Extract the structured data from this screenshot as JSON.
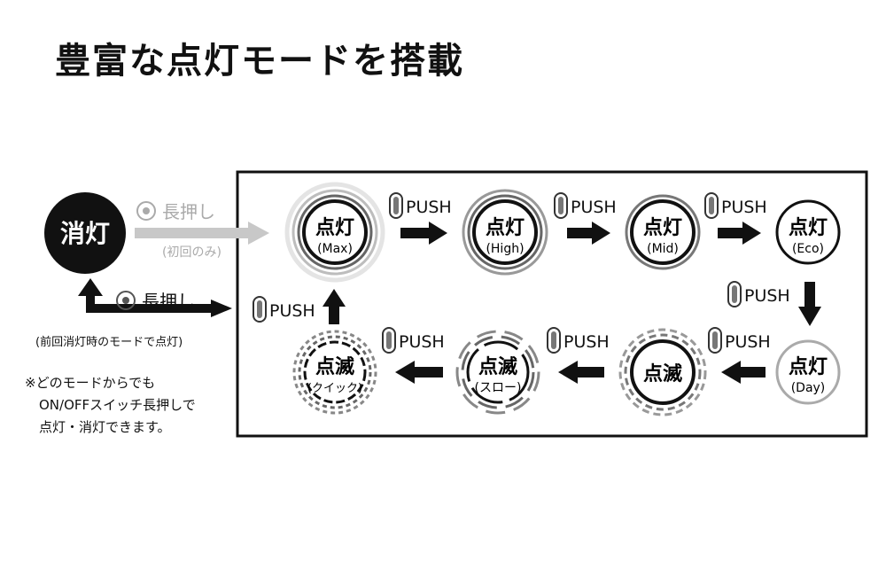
{
  "title": "豊富な点灯モードを搭載",
  "off_state": {
    "label": "消灯"
  },
  "first_long_press": {
    "label": "長押し",
    "sub": "(初回のみ)"
  },
  "return_long_press": {
    "label": "長押し",
    "sub": "(前回消灯時のモードで点灯)"
  },
  "push_label": "PUSH",
  "modes": [
    {
      "id": "max",
      "main": "点灯",
      "sub": "(Max)"
    },
    {
      "id": "high",
      "main": "点灯",
      "sub": "(High)"
    },
    {
      "id": "mid",
      "main": "点灯",
      "sub": "(Mid)"
    },
    {
      "id": "eco",
      "main": "点灯",
      "sub": "(Eco)"
    },
    {
      "id": "day",
      "main": "点灯",
      "sub": "(Day)"
    },
    {
      "id": "blink",
      "main": "点滅",
      "sub": ""
    },
    {
      "id": "slow",
      "main": "点滅",
      "sub": "(スロー)"
    },
    {
      "id": "quick",
      "main": "点滅",
      "sub": "(クイック)"
    }
  ],
  "note": [
    "※どのモードからでも",
    "ON/OFFスイッチ長押しで",
    "点灯・消灯できます。"
  ],
  "colors": {
    "ink": "#111111",
    "gray": "#aaaaaa",
    "light_gray": "#cfcfcf"
  }
}
